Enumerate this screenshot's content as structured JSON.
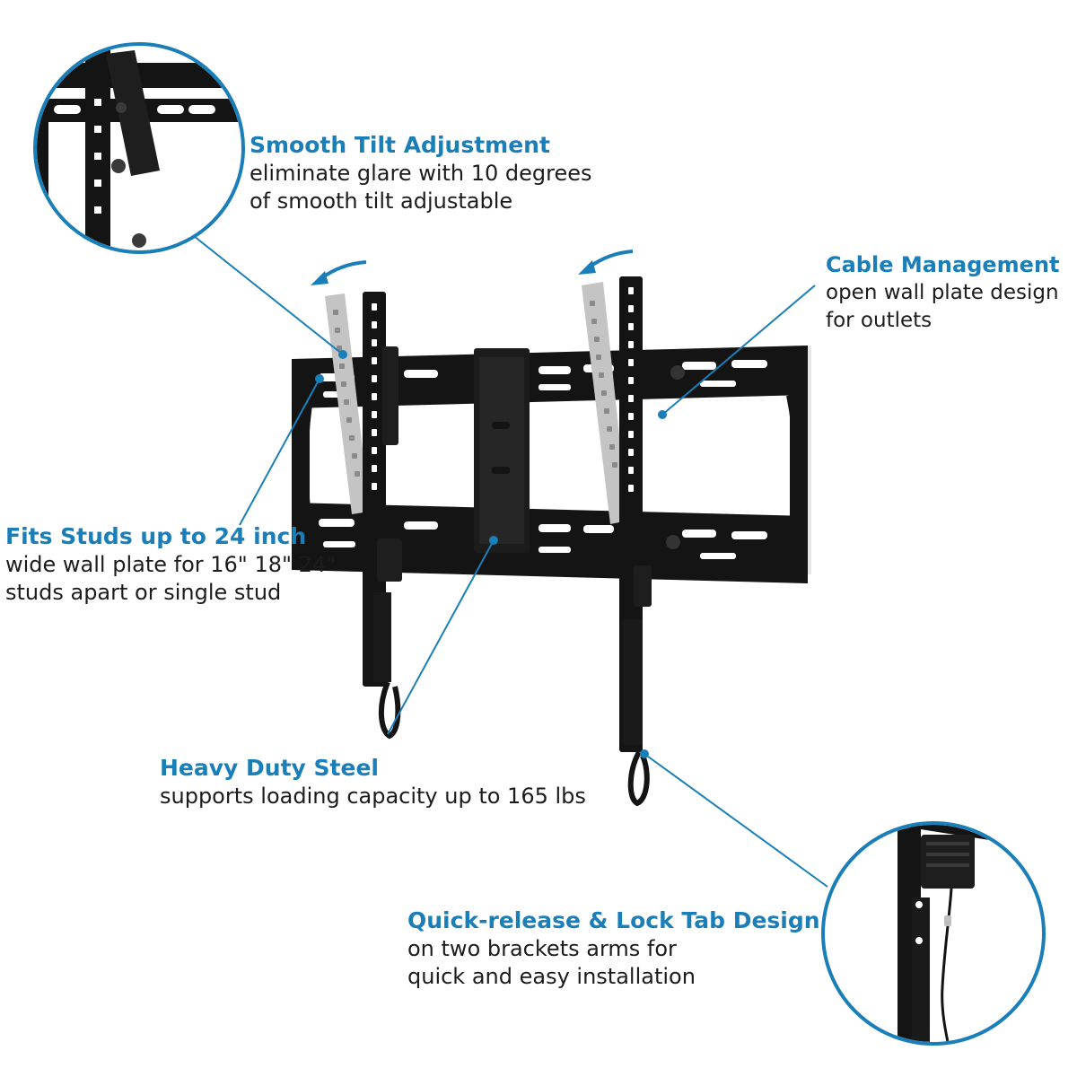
{
  "colors": {
    "accent": "#1a7fb8",
    "metal": "#141414",
    "ghost_arm": "#c4c4c4",
    "text": "#1c1c1c"
  },
  "callouts": {
    "tilt": {
      "title": "Smooth Tilt Adjustment",
      "line1": "eliminate glare with 10 degrees",
      "line2": "of smooth tilt adjustable"
    },
    "cable": {
      "title": "Cable Management",
      "line1": "open wall plate design",
      "line2": "for outlets"
    },
    "studs": {
      "title": "Fits Studs up to 24 inch",
      "line1": "wide wall plate for 16\" 18\" 24\"",
      "line2": "studs apart or single stud"
    },
    "steel": {
      "title": "Heavy Duty Steel",
      "line1": "supports loading capacity up to 165 lbs"
    },
    "lock": {
      "title": "Quick-release & Lock Tab Design",
      "line1": "on two brackets arms for",
      "line2": "quick and easy installation"
    }
  },
  "icons": [
    "tilt-arrow-icon",
    "leader-dot-icon"
  ]
}
